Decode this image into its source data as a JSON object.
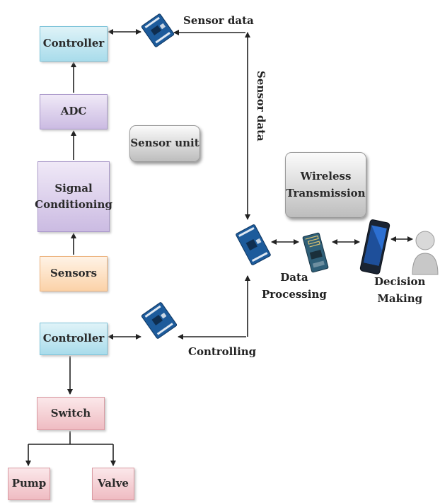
{
  "nodes": {
    "controller_top": "Controller",
    "adc": "ADC",
    "signal_conditioning": [
      "Signal",
      "Conditioning"
    ],
    "sensors": "Sensors",
    "sensor_unit": "Sensor unit",
    "controller_bottom": "Controller",
    "switch": "Switch",
    "pump": "Pump",
    "valve": "Valve",
    "wireless_transmission": [
      "Wireless",
      "Transmission"
    ]
  },
  "labels": {
    "sensor_data_top": "Sensor data",
    "sensor_data_vertical": "Sensor data",
    "controlling": "Controlling",
    "data_processing": [
      "Data",
      "Processing"
    ],
    "decision_making": [
      "Decision",
      "Making"
    ]
  },
  "icons": [
    "arduino-board-icon",
    "arduino-board-icon",
    "arduino-board-icon",
    "wifi-module-icon",
    "smartphone-icon",
    "user-icon"
  ],
  "colors": {
    "controller": "#a9dceb",
    "signal_block": "#cbbbe2",
    "sensors": "#fbd2a8",
    "actuators": "#efbcc2",
    "neutral": "#bdbdbd",
    "board": "#1d5b9b"
  }
}
